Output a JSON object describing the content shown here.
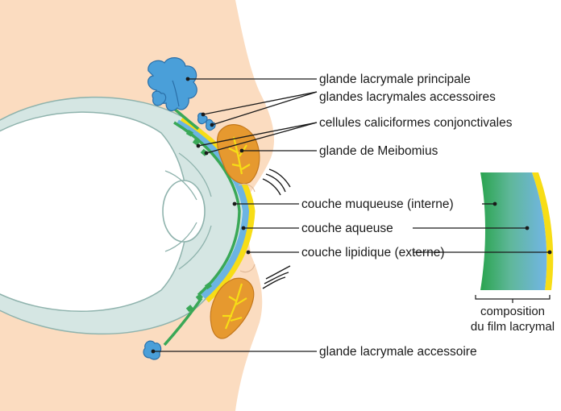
{
  "labels": {
    "main_gland": "glande lacrymale principale",
    "accessory_glands": "glandes lacrymales accessoires",
    "goblet_cells": "cellules caliciformes conjonctivales",
    "meibomian_gland": "glande de Meibomius",
    "mucous_layer": "couche muqueuse (interne)",
    "aqueous_layer": "couche aqueuse",
    "lipid_layer": "couche lipidique (externe)",
    "accessory_gland_lower": "glande lacrymale accessoire"
  },
  "caption": {
    "line1": "composition",
    "line2": "du film lacrymal"
  },
  "colors": {
    "skin": "#fbdcc0",
    "sclera": "#d5e6e3",
    "sclera_outline": "#8fb3ad",
    "cornea": "#ffffff",
    "mucous": "#3aa857",
    "aqueous": "#6cb4e2",
    "lipid": "#f7dd16",
    "gland_blue": "#4a9fd9",
    "meibomian": "#e6992f"
  }
}
